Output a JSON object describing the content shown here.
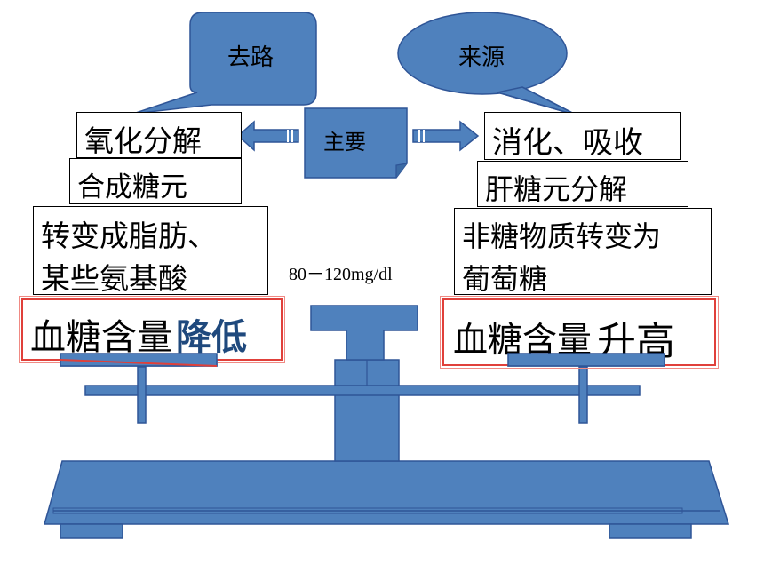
{
  "bubbles": {
    "left": "去路",
    "right": "来源"
  },
  "center_label": "主要",
  "left_items": [
    "氧化分解",
    "合成糖元",
    "转变成脂肪、",
    "某些氨基酸"
  ],
  "right_items": [
    "消化、吸收",
    "肝糖元分解",
    "非糖物质转变为",
    "葡萄糖"
  ],
  "range_text": "80－120mg/dl",
  "left_result": {
    "prefix": "血糖含量",
    "emphasis": "降低"
  },
  "right_result": {
    "prefix": "血糖含量",
    "emphasis": "升高"
  },
  "colors": {
    "blue": "#4f81bd",
    "dark_blue": "#1f497d",
    "red": "#e0403a"
  }
}
